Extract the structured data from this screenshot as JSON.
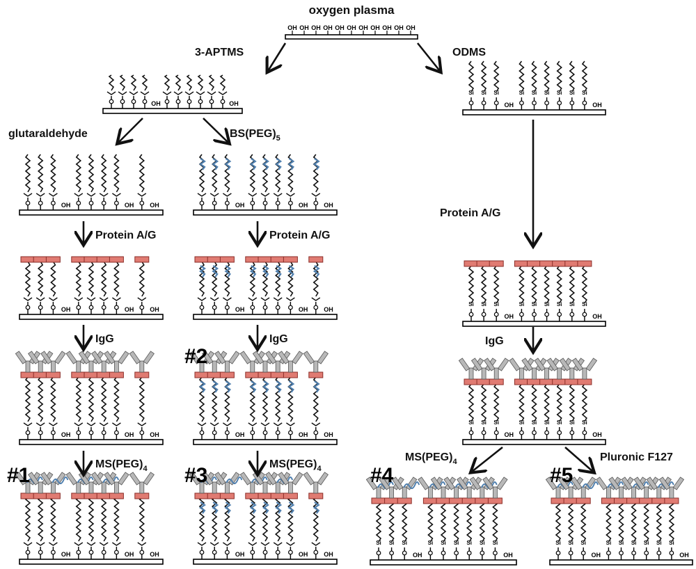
{
  "labels": {
    "oxygen_plasma": "oxygen plasma",
    "aptms": "3-APTMS",
    "odms": "ODMS",
    "glutaraldehyde": "glutaraldehyde",
    "bspeg": "BS(PEG)",
    "bspeg_sub": "5",
    "protein_ag": "Protein A/G",
    "igg": "IgG",
    "mspeg": "MS(PEG)",
    "mspeg_sub": "4",
    "pluronic": "Pluronic F127",
    "oh": "OH",
    "si": "Si"
  },
  "panels": [
    "#1",
    "#2",
    "#3",
    "#4",
    "#5"
  ],
  "colors": {
    "protein": "#e07b72",
    "protein_border": "#8a2e28",
    "peg": "#4f7fae",
    "antibody": "#b8b8b8",
    "chain": "#111111"
  }
}
